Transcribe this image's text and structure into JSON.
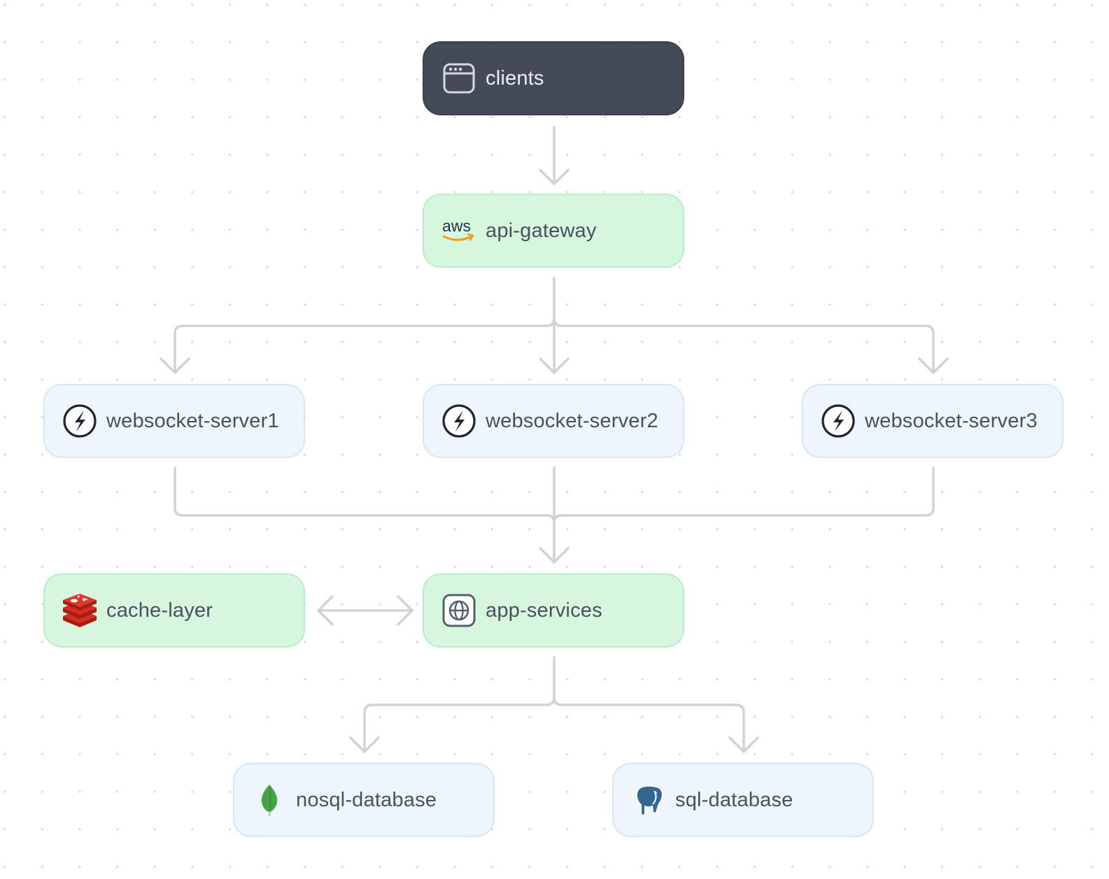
{
  "diagram": {
    "nodes": [
      {
        "id": "clients",
        "label": "clients",
        "icon": "browser-window-icon",
        "style": "dark"
      },
      {
        "id": "api-gateway",
        "label": "api-gateway",
        "icon": "aws-icon",
        "icon_text": "aws",
        "style": "green"
      },
      {
        "id": "websocket-server1",
        "label": "websocket-server1",
        "icon": "lightning-bolt-icon",
        "style": "blue"
      },
      {
        "id": "websocket-server2",
        "label": "websocket-server2",
        "icon": "lightning-bolt-icon",
        "style": "blue"
      },
      {
        "id": "websocket-server3",
        "label": "websocket-server3",
        "icon": "lightning-bolt-icon",
        "style": "blue"
      },
      {
        "id": "cache-layer",
        "label": "cache-layer",
        "icon": "redis-icon",
        "style": "green"
      },
      {
        "id": "app-services",
        "label": "app-services",
        "icon": "globe-icon",
        "style": "green"
      },
      {
        "id": "nosql-database",
        "label": "nosql-database",
        "icon": "mongodb-leaf-icon",
        "style": "blue"
      },
      {
        "id": "sql-database",
        "label": "sql-database",
        "icon": "postgresql-elephant-icon",
        "style": "blue"
      }
    ],
    "edges": [
      {
        "from": "clients",
        "to": "api-gateway",
        "direction": "forward"
      },
      {
        "from": "api-gateway",
        "to": "websocket-server1",
        "direction": "forward"
      },
      {
        "from": "api-gateway",
        "to": "websocket-server2",
        "direction": "forward"
      },
      {
        "from": "api-gateway",
        "to": "websocket-server3",
        "direction": "forward"
      },
      {
        "from": "websocket-server1",
        "to": "app-services",
        "direction": "forward"
      },
      {
        "from": "websocket-server2",
        "to": "app-services",
        "direction": "forward"
      },
      {
        "from": "websocket-server3",
        "to": "app-services",
        "direction": "forward"
      },
      {
        "from": "cache-layer",
        "to": "app-services",
        "direction": "both"
      },
      {
        "from": "app-services",
        "to": "nosql-database",
        "direction": "forward"
      },
      {
        "from": "app-services",
        "to": "sql-database",
        "direction": "forward"
      }
    ],
    "colors": {
      "dark_node": "#444a58",
      "green_node": "#d6f6de",
      "blue_node": "#eef5fd",
      "edge": "#cfd2d7",
      "label": "#4a5060",
      "aws_orange": "#f49a1a",
      "redis_red": "#d82c20",
      "mongodb_green": "#47a248",
      "postgres_blue": "#336791"
    }
  }
}
